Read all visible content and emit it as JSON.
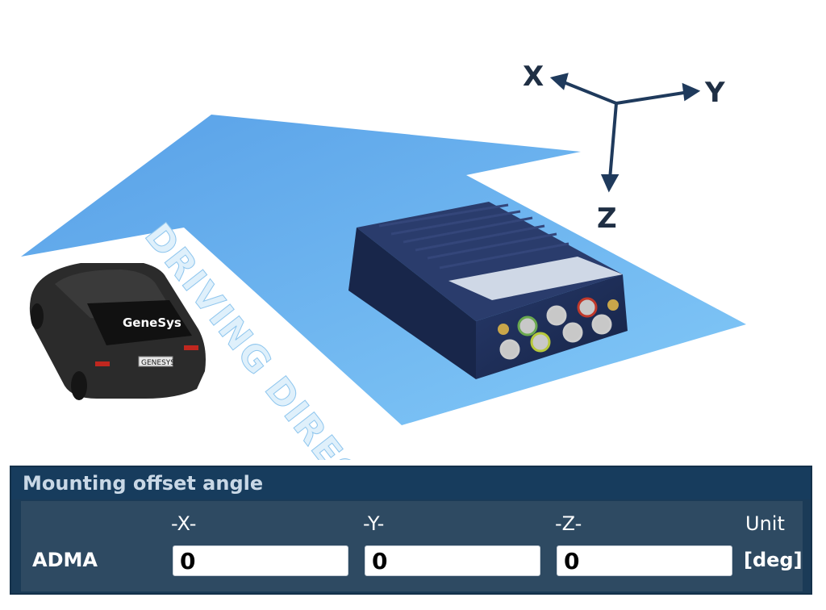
{
  "illustration": {
    "direction_label": "DRIVING DIRECTION",
    "vehicle_brand": "GeneSys",
    "license_plate": "GENESYS",
    "axes": {
      "x": "X",
      "y": "Y",
      "z": "Z"
    }
  },
  "panel": {
    "title": "Mounting offset angle",
    "columns": {
      "x": "-X-",
      "y": "-Y-",
      "z": "-Z-",
      "unit": "Unit"
    },
    "row": {
      "label": "ADMA",
      "x_value": "0",
      "y_value": "0",
      "z_value": "0",
      "unit_value": "[deg]"
    }
  },
  "colors": {
    "arrow_fill": "#5aa9ee",
    "panel_bg": "#1b3b57",
    "panel_body": "#2e4a62",
    "device_body": "#1e2d52",
    "car_body": "#2b2b2b"
  }
}
